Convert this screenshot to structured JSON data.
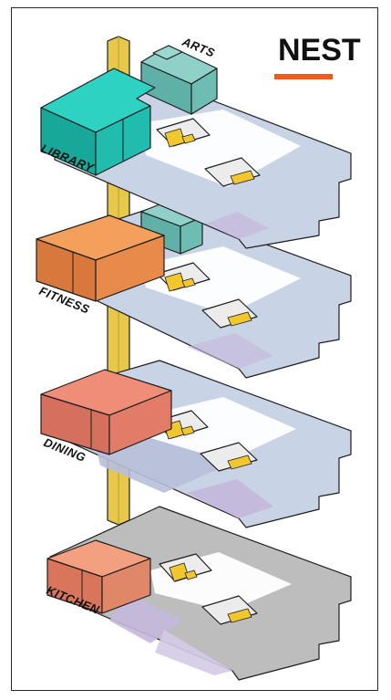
{
  "title": "NEST",
  "colors": {
    "accent": "#f05a1a",
    "core": "#e8c84a",
    "floor": "#c9d3e6",
    "floor_dark": "#b6bfd8",
    "floor_purple": "#c4b8da",
    "kitchen_floor": "#bdbdbd",
    "teal": "#27c2b3",
    "teal_light": "#7fc4c0",
    "orange": "#e88a54",
    "salmon": "#e0776a",
    "fixture": "#f2c62d"
  },
  "floors": [
    {
      "label": "ARTS"
    },
    {
      "label": "LIBRARY"
    },
    {
      "label": "FITNESS"
    },
    {
      "label": "DINING"
    },
    {
      "label": "KITCHEN"
    }
  ]
}
